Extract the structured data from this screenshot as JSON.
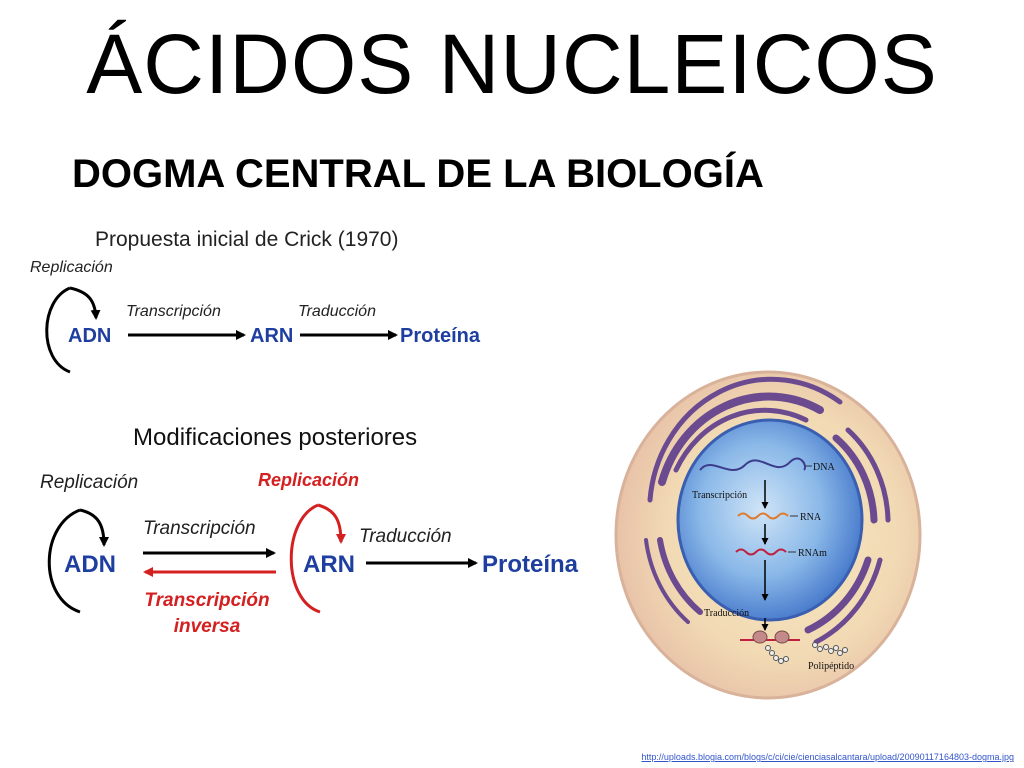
{
  "title": "ÁCIDOS NUCLEICOS",
  "subtitle": "DOGMA CENTRAL DE LA BIOLOGÍA",
  "crick": {
    "heading": "Propuesta inicial de Crick (1970)",
    "replication": "Replicación",
    "transcription": "Transcripción",
    "translation": "Traducción",
    "dna": "ADN",
    "rna": "ARN",
    "protein": "Proteína"
  },
  "later": {
    "heading": "Modificaciones posteriores",
    "replication": "Replicación",
    "rna_replication": "Replicación",
    "transcription": "Transcripción",
    "reverse_transcription_1": "Transcripción",
    "reverse_transcription_2": "inversa",
    "translation": "Traducción",
    "dna": "ADN",
    "rna": "ARN",
    "protein": "Proteína"
  },
  "cell": {
    "dna": "DNA",
    "transcription": "Transcripción",
    "rna": "RNA",
    "mrna": "RNAm",
    "translation": "Traducción",
    "polypeptide": "Polipéptido"
  },
  "source_url": "http://uploads.blogia.com/blogs/c/ci/cie/cienciasalcantara/upload/20090117164803-dogma.jpg",
  "colors": {
    "blue_text": "#1f3fa0",
    "red": "#d42020",
    "membrane": "#6b4a8f"
  }
}
